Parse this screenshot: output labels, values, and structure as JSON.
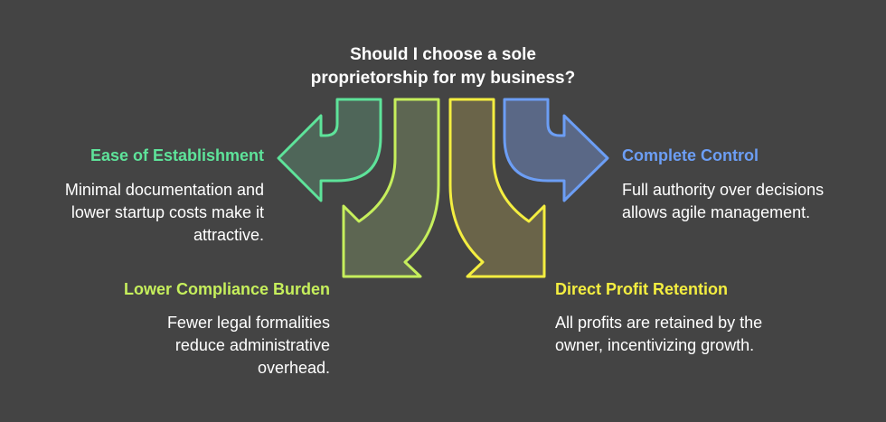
{
  "question": {
    "lines": [
      "Should I choose a sole",
      "proprietorship for my business?"
    ]
  },
  "colors": {
    "background": "#444444",
    "green": "#5ee39a",
    "lime": "#c6ef5c",
    "yellow": "#f4ee40",
    "blue": "#6c9ef5"
  },
  "items": [
    {
      "title": "Ease of Establishment",
      "lines": [
        "Minimal documentation and",
        "lower startup costs make it",
        "attractive."
      ],
      "icon": "curved-arrow-left"
    },
    {
      "title": "Lower Compliance Burden",
      "lines": [
        "Fewer legal formalities",
        "reduce administrative",
        "overhead."
      ],
      "icon": "curved-arrow-down-left"
    },
    {
      "title": "Direct Profit Retention",
      "lines": [
        "All profits are retained by the",
        "owner, incentivizing growth."
      ],
      "icon": "curved-arrow-down-right"
    },
    {
      "title": "Complete Control",
      "lines": [
        "Full authority over decisions",
        "allows agile management."
      ],
      "icon": "curved-arrow-right"
    }
  ]
}
